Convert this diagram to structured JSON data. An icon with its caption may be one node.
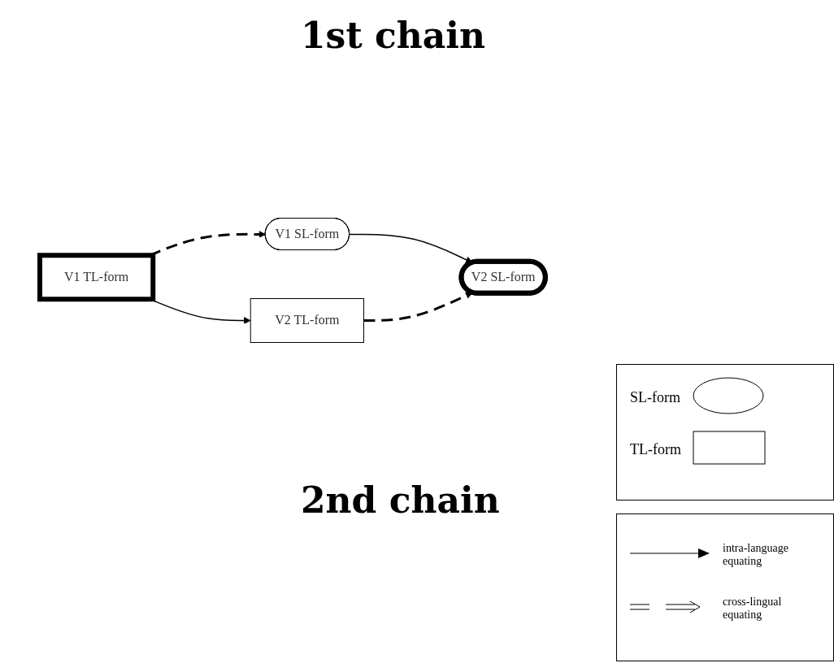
{
  "diagram": {
    "nodes": [
      {
        "text": [
          "V1 SL-form"
        ]
      },
      {
        "text": [
          "V1 TL-form"
        ]
      },
      {
        "text": [
          "V2 SL-form"
        ]
      },
      {
        "text": [
          "V2 TL-form"
        ]
      }
    ],
    "edges": [
      {
        "from": 1,
        "to": 0,
        "arrow": "to",
        "style": "dashed"
      },
      {
        "from": 0,
        "to": 2,
        "arrow": "to"
      },
      {
        "from": 1,
        "to": 3,
        "arrow": "to"
      },
      {
        "from": 3,
        "to": 2,
        "arrow": "to",
        "style": "dashed"
      }
    ],
    "labels": [
      "1st chain",
      "2nd chain"
    ],
    "legend": [
      {
        "text": "SL-form"
      },
      {
        "text": "TL-form"
      },
      {
        "text": "intra-language equating"
      },
      {
        "text": "cross-lingual equating"
      }
    ]
  }
}
